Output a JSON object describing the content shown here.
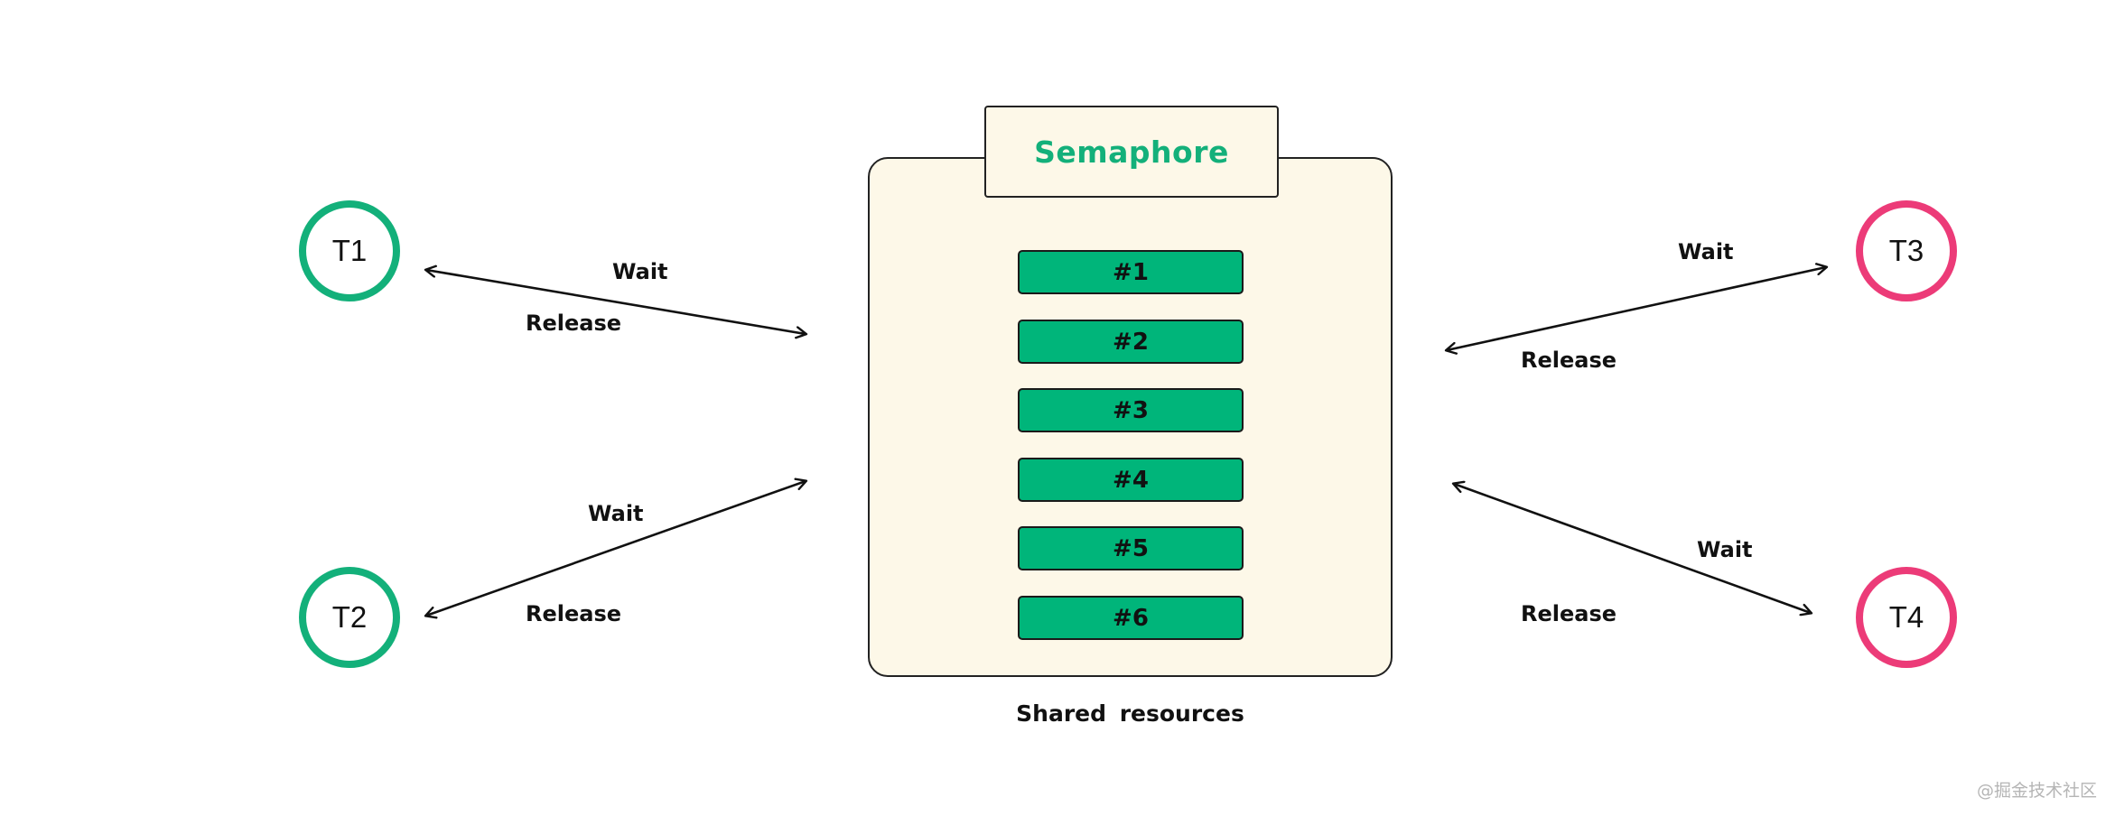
{
  "semaphore": {
    "title": "Semaphore",
    "caption": "Shared  resources",
    "slots": [
      "#1",
      "#2",
      "#3",
      "#4",
      "#5",
      "#6"
    ]
  },
  "threads": [
    {
      "label": "T1",
      "color": "#13b07a"
    },
    {
      "label": "T2",
      "color": "#13b07a"
    },
    {
      "label": "T3",
      "color": "#ec3b78"
    },
    {
      "label": "T4",
      "color": "#ec3b78"
    }
  ],
  "edges": [
    {
      "from": "T1",
      "wait": "Wait",
      "release": "Release"
    },
    {
      "from": "T2",
      "wait": "Wait",
      "release": "Release"
    },
    {
      "from": "T3",
      "wait": "Wait",
      "release": "Release"
    },
    {
      "from": "T4",
      "wait": "Wait",
      "release": "Release"
    }
  ],
  "watermark": "@掘金技术社区",
  "colors": {
    "accent_green": "#13b07a",
    "slot_green": "#00b57a",
    "thread_pink": "#ec3b78",
    "box_fill": "#fdf8e8"
  }
}
